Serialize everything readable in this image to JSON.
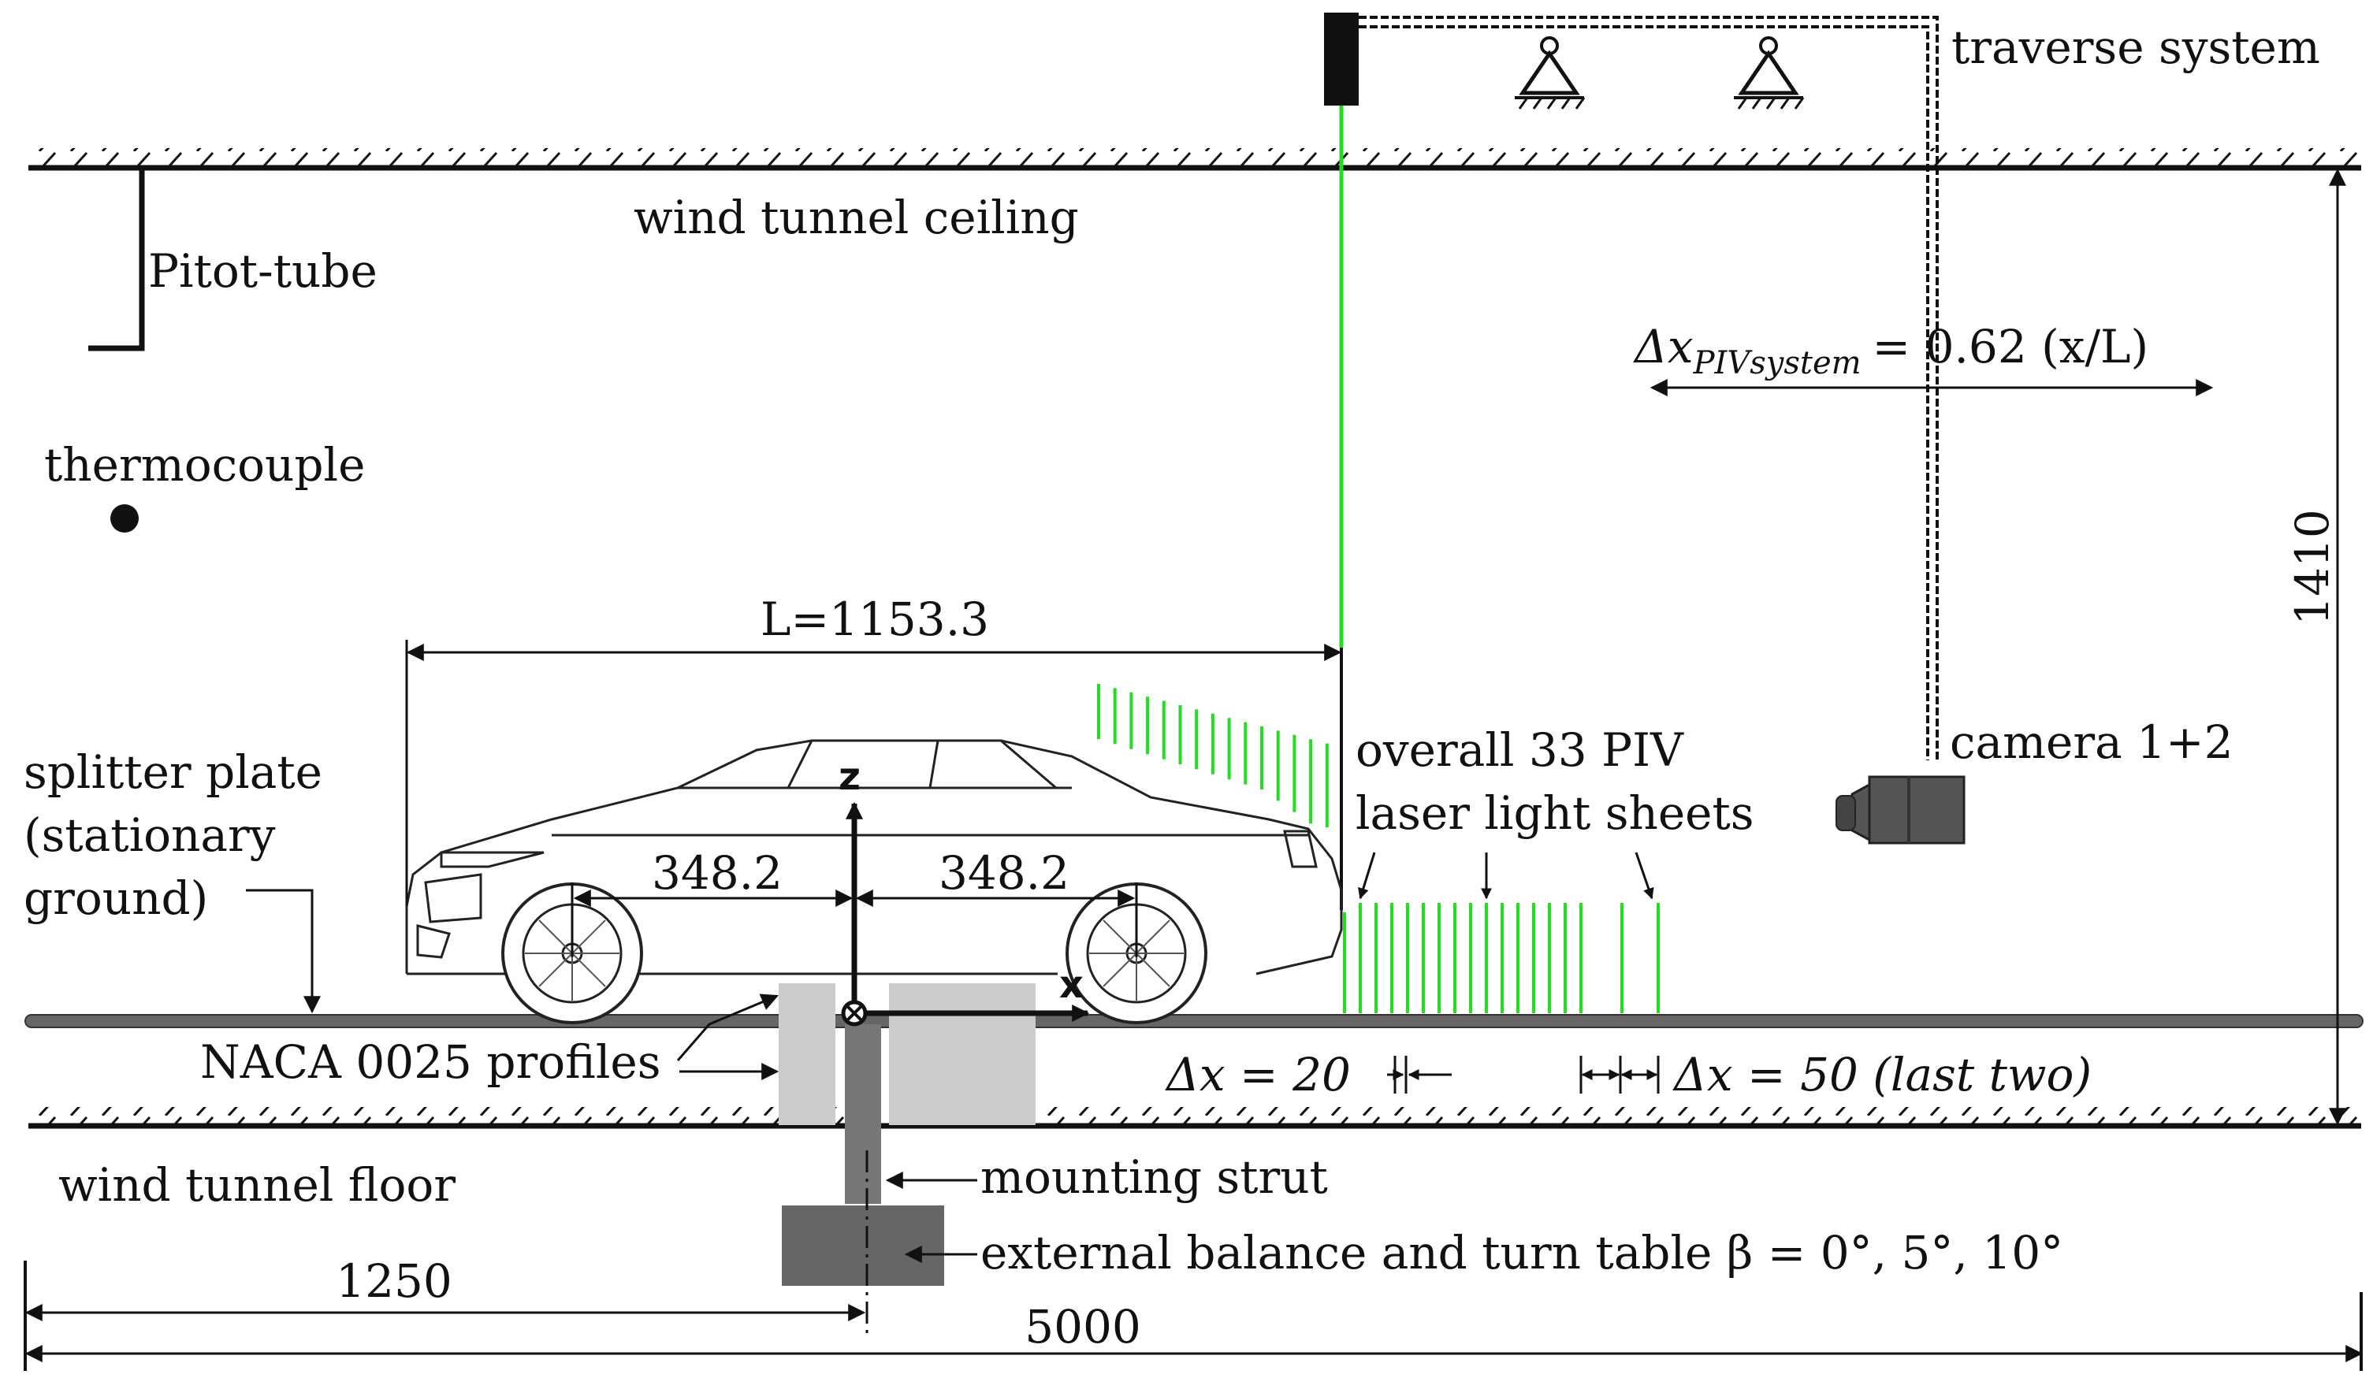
{
  "labels": {
    "traverse_system": "traverse system",
    "wind_tunnel_ceiling": "wind tunnel ceiling",
    "pitot_tube": "Pitot-tube",
    "thermocouple": "thermocouple",
    "delta_x_piv": "Δx",
    "delta_x_piv_sub": "PIVsystem",
    "delta_x_piv_value": "= 0.62 (x/L)",
    "height_dim": "1410",
    "car_length": "L=1153.3",
    "camera": "camera 1+2",
    "splitter_plate_line1": "splitter plate",
    "splitter_plate_line2": "(stationary",
    "splitter_plate_line3": "ground)",
    "piv_sheets_line1": "overall 33 PIV",
    "piv_sheets_line2": "laser light sheets",
    "z_axis": "z",
    "x_axis": "x",
    "wheelbase_front": "348.2",
    "wheelbase_rear": "348.2",
    "naca_profiles": "NACA 0025 profiles",
    "delta_x_20": "Δx = 20",
    "delta_x_50": "Δx = 50 (last two)",
    "wind_tunnel_floor": "wind tunnel floor",
    "mounting_strut": "mounting strut",
    "balance": "external balance and turn table β = 0°, 5°, 10°",
    "dim_1250": "1250",
    "dim_5000": "5000"
  },
  "colors": {
    "laser_green": "#22dd22",
    "line": "#111111",
    "naca_profile": "#cccccc",
    "strut": "#777777",
    "balance": "#666666",
    "camera_body": "#555555",
    "splitter_plate": "#666666"
  },
  "piv_sheets": {
    "count": 33,
    "spacing_fine": 20,
    "spacing_coarse": 50
  }
}
